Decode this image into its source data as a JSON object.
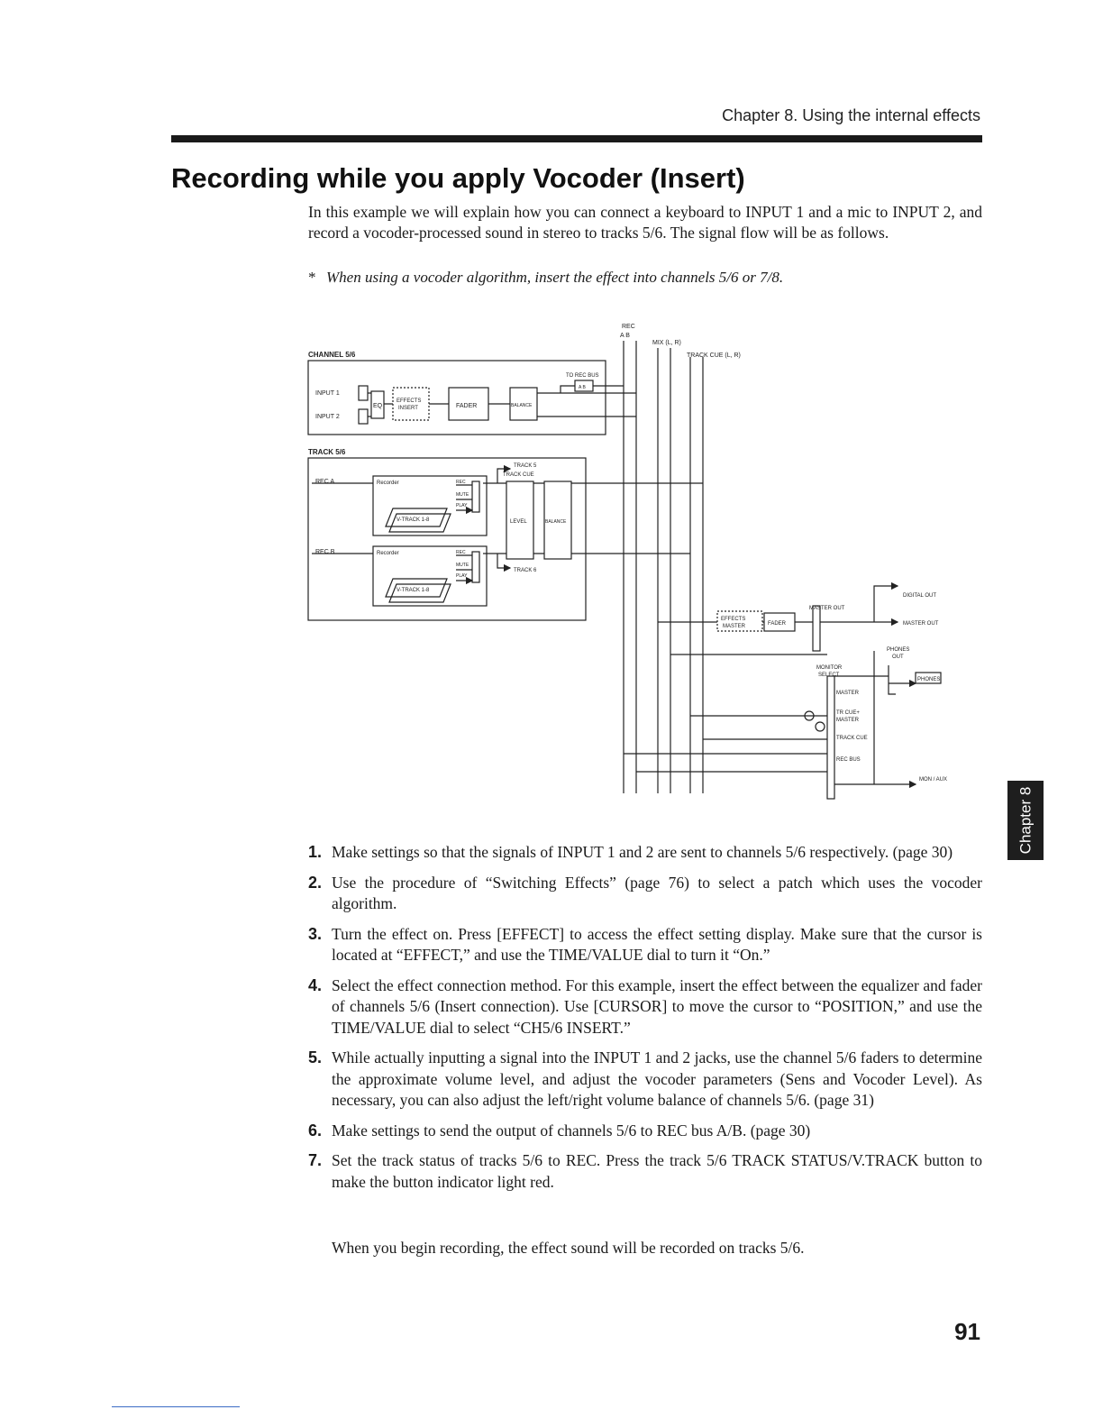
{
  "header": {
    "chapter": "Chapter 8. Using the internal effects"
  },
  "section": {
    "title": "Recording while you apply Vocoder (Insert)",
    "intro": "In this example we will explain how you can connect a keyboard to INPUT 1 and a mic to INPUT 2, and record a vocoder-processed sound in stereo to tracks 5/6. The signal flow will be as follows.",
    "note": "When using a vocoder algorithm, insert the effect into channels 5/6 or 7/8.",
    "note_mark": "*"
  },
  "diagram": {
    "channel_label": "CHANNEL 5/6",
    "input1": "INPUT 1",
    "input2": "INPUT 2",
    "eq": "EQ",
    "effects_insert_1": "EFFECTS",
    "effects_insert_2": "INSERT",
    "fader": "FADER",
    "balance": "BALANCE",
    "to_rec_bus": "TO REC BUS",
    "ab": "A B",
    "rec": "REC",
    "rec_ab": "A B",
    "mix": "MIX (L, R)",
    "track_cue_lr": "TRACK CUE (L, R)",
    "track_label": "TRACK 5/6",
    "rec_a": "REC A",
    "rec_b": "REC B",
    "recorder": "Recorder",
    "rec_out": "REC",
    "mute": "MUTE",
    "play": "PLAY",
    "vtrack": "V-TRACK 1-8",
    "track5": "TRACK 5",
    "track_cue": "TRACK CUE",
    "level": "LEVEL",
    "track6": "TRACK 6",
    "digital_out": "DIGITAL OUT",
    "master_out_top": "MASTER OUT",
    "effects_master_1": "EFFECTS",
    "effects_master_2": "MASTER",
    "master_fader": "FADER",
    "master_out": "MASTER OUT",
    "phones_out_1": "PHONES",
    "phones_out_2": "OUT",
    "monitor_select_1": "MONITOR",
    "monitor_select_2": "SELECT",
    "phones": "PHONES",
    "sel_master": "MASTER",
    "sel_trcue_1": "TR CUE+",
    "sel_trcue_2": "MASTER",
    "sel_track_cue": "TRACK CUE",
    "sel_rec_bus": "REC BUS",
    "mon_aux": "MON / AUX"
  },
  "steps": [
    {
      "number": "1.",
      "text": "Make settings so that the signals of INPUT 1 and 2 are sent to channels 5/6 respectively. (page 30)"
    },
    {
      "number": "2.",
      "text": "Use the procedure of “Switching Effects” (page 76) to select a patch which uses the vocoder algorithm."
    },
    {
      "number": "3.",
      "text": "Turn the effect on. Press [EFFECT] to access the effect setting display. Make sure that the cursor is located at “EFFECT,” and use the TIME/VALUE dial to turn it “On.”"
    },
    {
      "number": "4.",
      "text": "Select the effect connection method. For this example, insert the effect between the equalizer and fader of channels 5/6 (Insert connection). Use [CURSOR] to move the cursor to “POSITION,” and use the TIME/VALUE dial to select “CH5/6 INSERT.”"
    },
    {
      "number": "5.",
      "text": "While actually inputting a signal into the INPUT 1 and 2 jacks, use the channel 5/6 faders to determine the approximate volume level, and adjust the vocoder parameters (Sens and Vocoder Level). As necessary, you can also adjust the left/right volume balance of channels 5/6. (page 31)"
    },
    {
      "number": "6.",
      "text": "Make settings to send the output of channels 5/6 to REC bus A/B. (page 30)"
    },
    {
      "number": "7.",
      "text": "Set the track status of tracks 5/6 to REC. Press the track 5/6 TRACK STATUS/V.TRACK button to make the button indicator light red."
    }
  ],
  "closing": "When you begin recording, the effect sound will be recorded on tracks 5/6.",
  "side_tab": "Chapter 8",
  "page_number": "91"
}
